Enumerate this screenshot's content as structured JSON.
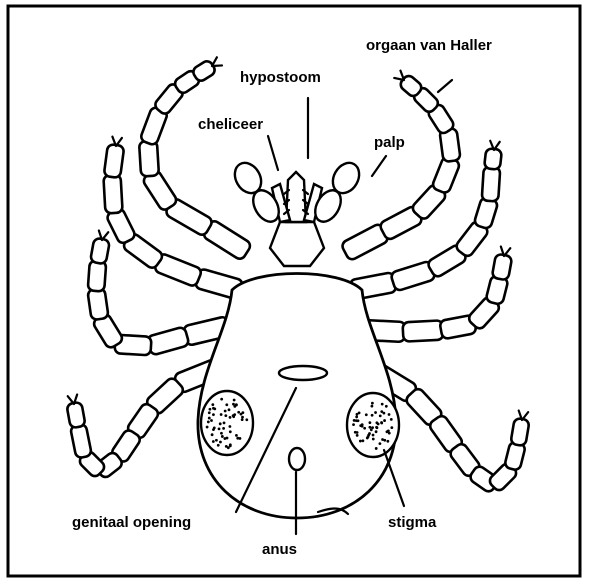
{
  "labels": {
    "haller": "orgaan van Haller",
    "hypostoom": "hypostoom",
    "cheliceer": "cheliceer",
    "palp": "palp",
    "genitaal": "genitaal opening",
    "anus": "anus",
    "stigma": "stigma"
  },
  "colors": {
    "ink": "#000000",
    "paper": "#ffffff"
  }
}
